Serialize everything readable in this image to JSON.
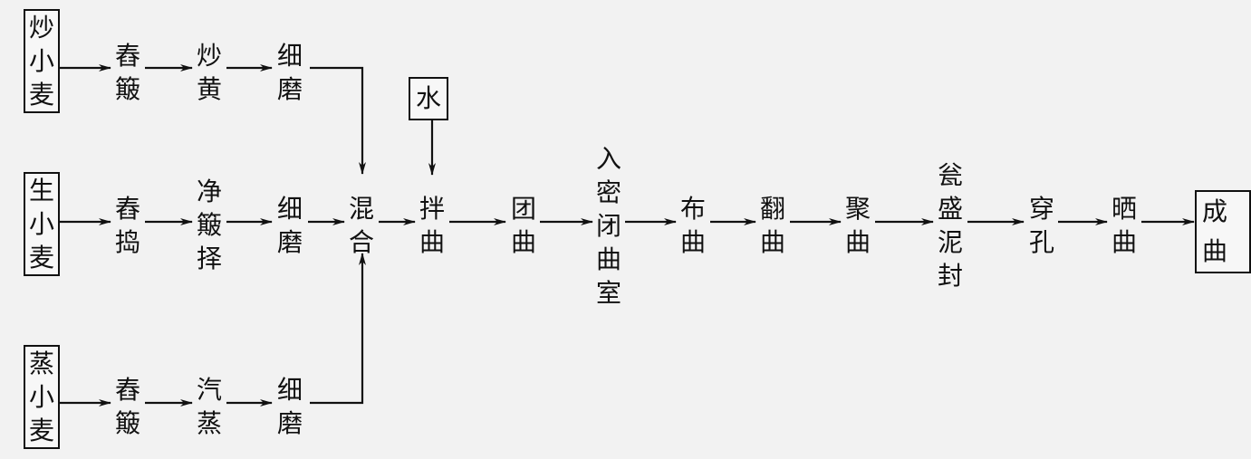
{
  "raw_materials": {
    "fried_wheat": "炒小麦",
    "raw_wheat": "生小麦",
    "steamed_wheat": "蒸小麦",
    "water": "水"
  },
  "row1": [
    "舂簸",
    "炒黄",
    "细磨"
  ],
  "row2": [
    "舂捣",
    "净簸择",
    "细磨"
  ],
  "row3": [
    "舂簸",
    "汽蒸",
    "细磨"
  ],
  "main": [
    "混合",
    "拌曲",
    "团曲",
    "入密闭曲室",
    "布曲",
    "翻曲",
    "聚曲",
    "瓮盛泥封",
    "穿孔",
    "晒曲"
  ],
  "product": "成曲"
}
